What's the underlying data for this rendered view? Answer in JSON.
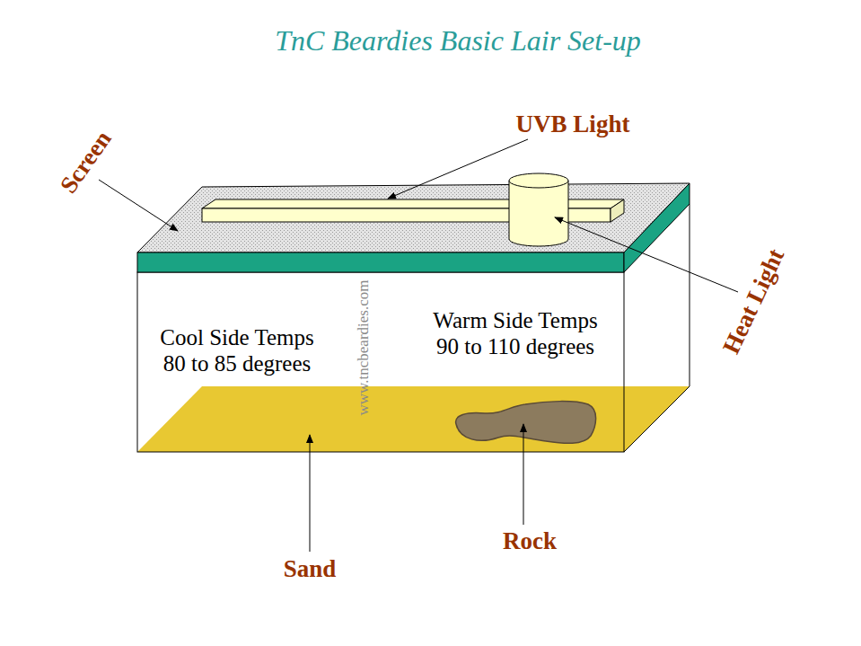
{
  "diagram": {
    "title": "TnC Beardies Basic Lair Set-up",
    "labels": [
      "UVB Light",
      "Screen",
      "Heat Light",
      "Cool Side Temps 80 to 85 degrees",
      "Warm Side Temps 90 to 110 degrees",
      "www.tncbeardies.com",
      "Rock",
      "Sand"
    ]
  }
}
